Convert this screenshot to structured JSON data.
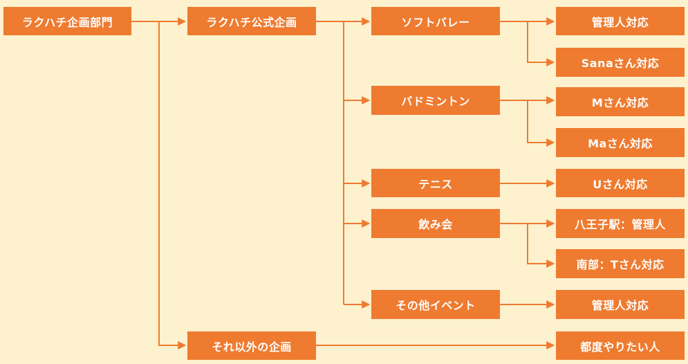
{
  "colors": {
    "background": "#fdf1ce",
    "node": "#ee7b30",
    "line": "#ee7b30",
    "text": "#ffffff"
  },
  "root": {
    "label": "ラクハチ企画部門"
  },
  "official": {
    "label": "ラクハチ公式企画"
  },
  "other": {
    "label": "それ以外の企画"
  },
  "categories": {
    "volleyball": "ソフトバレー",
    "badminton": "バドミントン",
    "tennis": "テニス",
    "drinks": "飲み会",
    "events": "その他イベント"
  },
  "handlers": {
    "volleyball_1": "管理人対応",
    "volleyball_2": "Sanaさん対応",
    "badminton_1": "Mさん対応",
    "badminton_2": "Maさん対応",
    "tennis_1": "Uさん対応",
    "drinks_1": "八王子駅：管理人",
    "drinks_2": "南部：Tさん対応",
    "events_1": "管理人対応",
    "other_1": "都度やりたい人"
  }
}
